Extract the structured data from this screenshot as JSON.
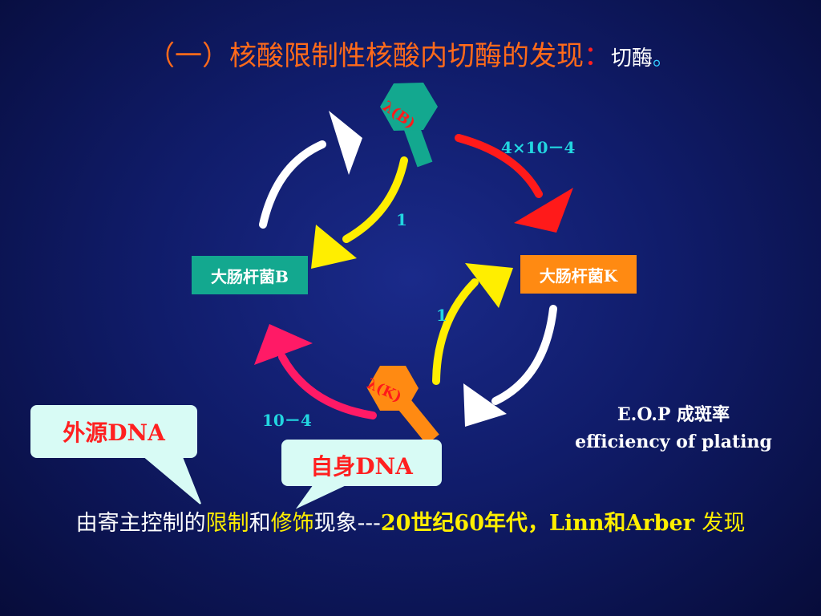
{
  "title": {
    "main": "（一）核酸限制性核酸内切酶的发现",
    "colon": "：",
    "sub": "切酶",
    "dot": "。"
  },
  "phage_b": {
    "label": "λ(B)"
  },
  "phage_k": {
    "label": "λ(K)"
  },
  "host_b": {
    "label": "大肠杆菌B"
  },
  "host_k": {
    "label": "大肠杆菌K"
  },
  "eop": {
    "b_to_k": "4×10－4",
    "b_to_b": "1",
    "k_to_k": "1",
    "k_to_b": "10－4"
  },
  "eop_note": {
    "line1": "E.O.P 成斑率",
    "line2": "efficiency of plating"
  },
  "callouts": {
    "foreign": "外源DNA",
    "self": "自身DNA"
  },
  "bottom": {
    "p1": "由寄主控制的",
    "p2": "限制",
    "p3": "和",
    "p4": "修饰",
    "p5": "现象---",
    "p6": "20世纪60年代，Linn和Arber ",
    "p7": "发现"
  },
  "colors": {
    "background": "#101c6a",
    "title": "#ff6a1a",
    "host_b_box": "#13a88f",
    "host_k_box": "#ff8a12",
    "phage_b": "#13a88f",
    "phage_k": "#ff8a12",
    "arrow_white": "#ffffff",
    "arrow_yellow": "#ffee00",
    "arrow_red": "#ff1a1a",
    "arrow_pink": "#ff1a66",
    "eop_text": "#22d6e0",
    "callout_bg": "#d8fbf5"
  }
}
